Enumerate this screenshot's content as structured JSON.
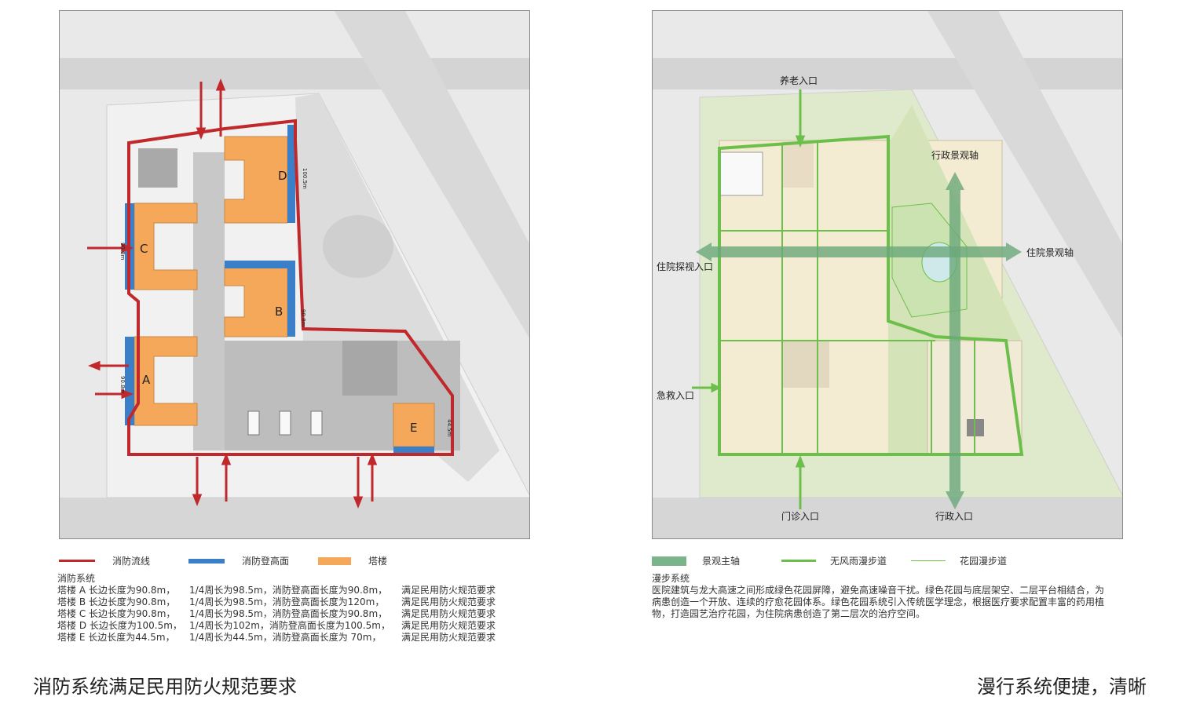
{
  "left": {
    "towers": [
      {
        "id": "D",
        "measure": "100.5m"
      },
      {
        "id": "C",
        "measure": "90.8m"
      },
      {
        "id": "B",
        "measure": "90.8m"
      },
      {
        "id": "A",
        "measure": "90.8m"
      },
      {
        "id": "E",
        "measure": "44.5m"
      }
    ],
    "legend": [
      {
        "label": "消防流线",
        "color": "#c0282b"
      },
      {
        "label": "消防登高面",
        "color": "#3a7fc8"
      },
      {
        "label": "塔楼",
        "color": "#f5a85a"
      }
    ],
    "notes_title": "消防系统",
    "notes": [
      [
        "塔楼 A 长边长度为90.8m，",
        "1/4周长为98.5m，消防登高面长度为90.8m，",
        "满足民用防火规范要求"
      ],
      [
        "塔楼 B 长边长度为90.8m，",
        "1/4周长为98.5m，消防登高面长度为120m，",
        "满足民用防火规范要求"
      ],
      [
        "塔楼 C 长边长度为90.8m，",
        "1/4周长为98.5m，消防登高面长度为90.8m，",
        "满足民用防火规范要求"
      ],
      [
        "塔楼 D 长边长度为100.5m，",
        "1/4周长为102m，消防登高面长度为100.5m，",
        "满足民用防火规范要求"
      ],
      [
        "塔楼 E 长边长度为44.5m，",
        "1/4周长为44.5m，消防登高面长度为 70m，",
        "满足民用防火规范要求"
      ]
    ],
    "caption": "消防系统满足民用防火规范要求"
  },
  "right": {
    "labels": {
      "elderly_entrance": "养老入口",
      "admin_axis": "行政景观轴",
      "inpatient_visit_entrance": "住院探视入口",
      "inpatient_axis": "住院景观轴",
      "emergency_entrance": "急救入口",
      "outpatient_entrance": "门诊入口",
      "admin_entrance": "行政入口"
    },
    "legend": [
      {
        "label": "景观主轴",
        "color": "#7ab58a"
      },
      {
        "label": "无风雨漫步道",
        "color": "#6cbf4a"
      },
      {
        "label": "花园漫步道",
        "color": "#6cbf4a"
      }
    ],
    "notes_title": "漫步系统",
    "notes_body": [
      "医院建筑与龙大高速之间形成绿色花园屏障，避免高速噪音干扰。绿色花园与底层架空、二层平台相结合，为",
      "病患创造一个开放、连续的疗愈花园体系。绿色花园系统引入传统医学理念，根据医疗要求配置丰富的药用植",
      "物，打造园艺治疗花园，为住院病患创造了第二层次的治疗空间。"
    ],
    "caption": "漫行系统便捷，清晰"
  },
  "colors": {
    "fire_route": "#c0282b",
    "fire_face": "#3a7fc8",
    "tower": "#f5a85a",
    "green": "#6cbf4a",
    "axis": "#6aa87a"
  }
}
